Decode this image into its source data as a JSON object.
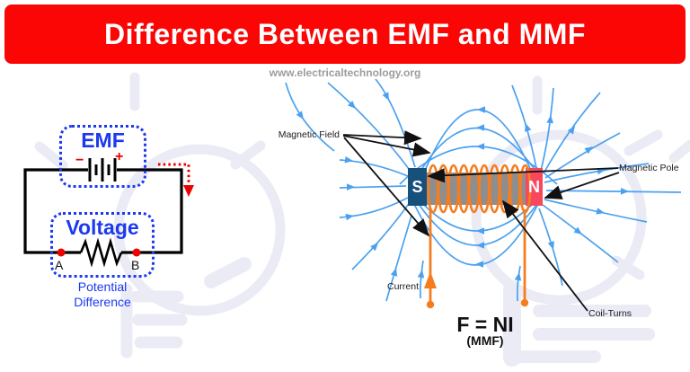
{
  "header": {
    "title": "Difference Between EMF and MMF"
  },
  "site_url": "www.electricaltechnology.org",
  "emf_circuit": {
    "emf_label": "EMF",
    "battery_minus": "−",
    "battery_plus": "+",
    "voltage_label": "Voltage",
    "terminal_a": "A",
    "terminal_b": "B",
    "potential_line1": "Potential",
    "potential_line2": "Difference"
  },
  "mmf_diagram": {
    "magnetic_field_label": "Magnetic Field",
    "magnetic_pole_label": "Magnetic Pole",
    "current_label": "Current",
    "coil_turns_label": "Coil-Turns",
    "formula": "F = NI",
    "formula_caption": "(MMF)",
    "south_pole": "S",
    "north_pole": "N"
  },
  "colors": {
    "banner_red": "#fb0505",
    "accent_blue": "#1c39f0",
    "accent_red": "#ee0000",
    "field_blue": "#4ba1f0",
    "coil_orange": "#f57d1f",
    "south_navy": "#18507c",
    "north_red": "#f9475d",
    "core_gray": "#8e8e8e"
  }
}
